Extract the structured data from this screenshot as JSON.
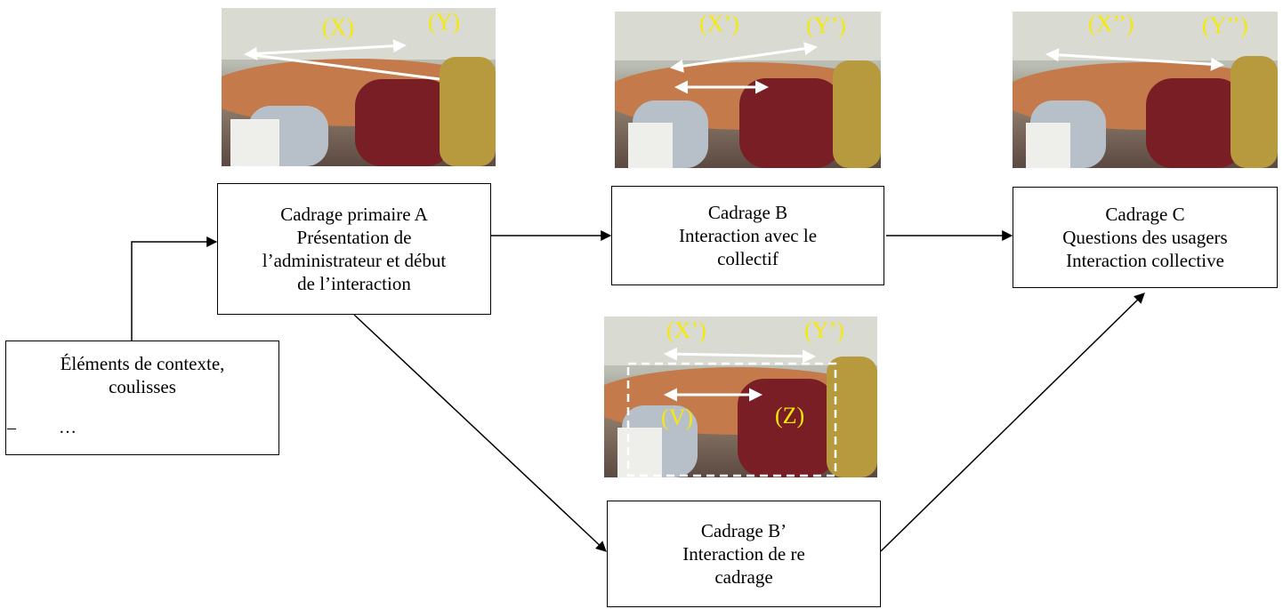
{
  "boxes": {
    "a": {
      "lines": [
        "Cadrage primaire A",
        "Présentation de",
        "l’administrateur et début",
        "de l’interaction"
      ]
    },
    "b": {
      "lines": [
        "Cadrage B",
        "Interaction avec le",
        "collectif"
      ]
    },
    "c": {
      "lines": [
        "Cadrage C",
        "Questions des usagers",
        "Interaction collective"
      ]
    },
    "bp": {
      "lines": [
        "Cadrage B’",
        "Interaction de re",
        "cadrage"
      ]
    },
    "context": {
      "lines": [
        "Éléments de contexte,",
        "coulisses"
      ],
      "bullet_dash": "–",
      "bullet_text": "…"
    }
  },
  "photo_labels": {
    "photo1": {
      "x": "(X)",
      "y": "(Y)"
    },
    "photo2": {
      "x": "(X’)",
      "y": "(Y’)"
    },
    "photo3": {
      "x": "(X’’)",
      "y": "(Y’’)"
    },
    "photo4": {
      "x": "(X’)",
      "y": "(Y’)",
      "v": "(V)",
      "z": "(Z)"
    }
  },
  "colors": {
    "label": "#f5e90a",
    "arrow": "#000000",
    "photo_arrow": "#ffffff"
  }
}
